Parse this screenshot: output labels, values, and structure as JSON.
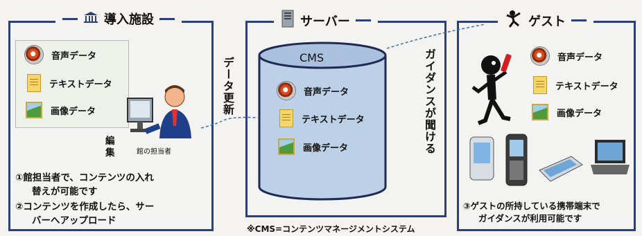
{
  "facility": {
    "title": "導入施設",
    "items": [
      {
        "icon": "speaker-icon",
        "label": "音声データ"
      },
      {
        "icon": "text-document-icon",
        "label": "テキストデータ"
      },
      {
        "icon": "image-file-icon",
        "label": "画像データ"
      }
    ],
    "edit_label": "編\n集",
    "operator_caption": "館の担当者",
    "notes": [
      "①館担当者で、コンテンツの入れ",
      "替えが可能です",
      "②コンテンツを作成したら、サー",
      "バーへアップロード"
    ]
  },
  "data_update_label": "データ更新",
  "server": {
    "title": "サーバー",
    "db_label": "CMS",
    "items": [
      {
        "icon": "speaker-icon",
        "label": "音声データ"
      },
      {
        "icon": "text-document-icon",
        "label": "テキストデータ"
      },
      {
        "icon": "image-file-icon",
        "label": "画像データ"
      }
    ],
    "footnote": "※CMS=コンテンツマネージメントシステム"
  },
  "guidance_label": "ガイダンスが聞ける",
  "guest": {
    "title": "ゲスト",
    "items": [
      {
        "icon": "speaker-icon",
        "label": "音声データ"
      },
      {
        "icon": "text-document-icon",
        "label": "テキストデータ"
      },
      {
        "icon": "image-file-icon",
        "label": "画像データ"
      }
    ],
    "notes": [
      "③ゲストの所持している携帯端末で",
      "ガイダンスが利用可能です"
    ]
  }
}
